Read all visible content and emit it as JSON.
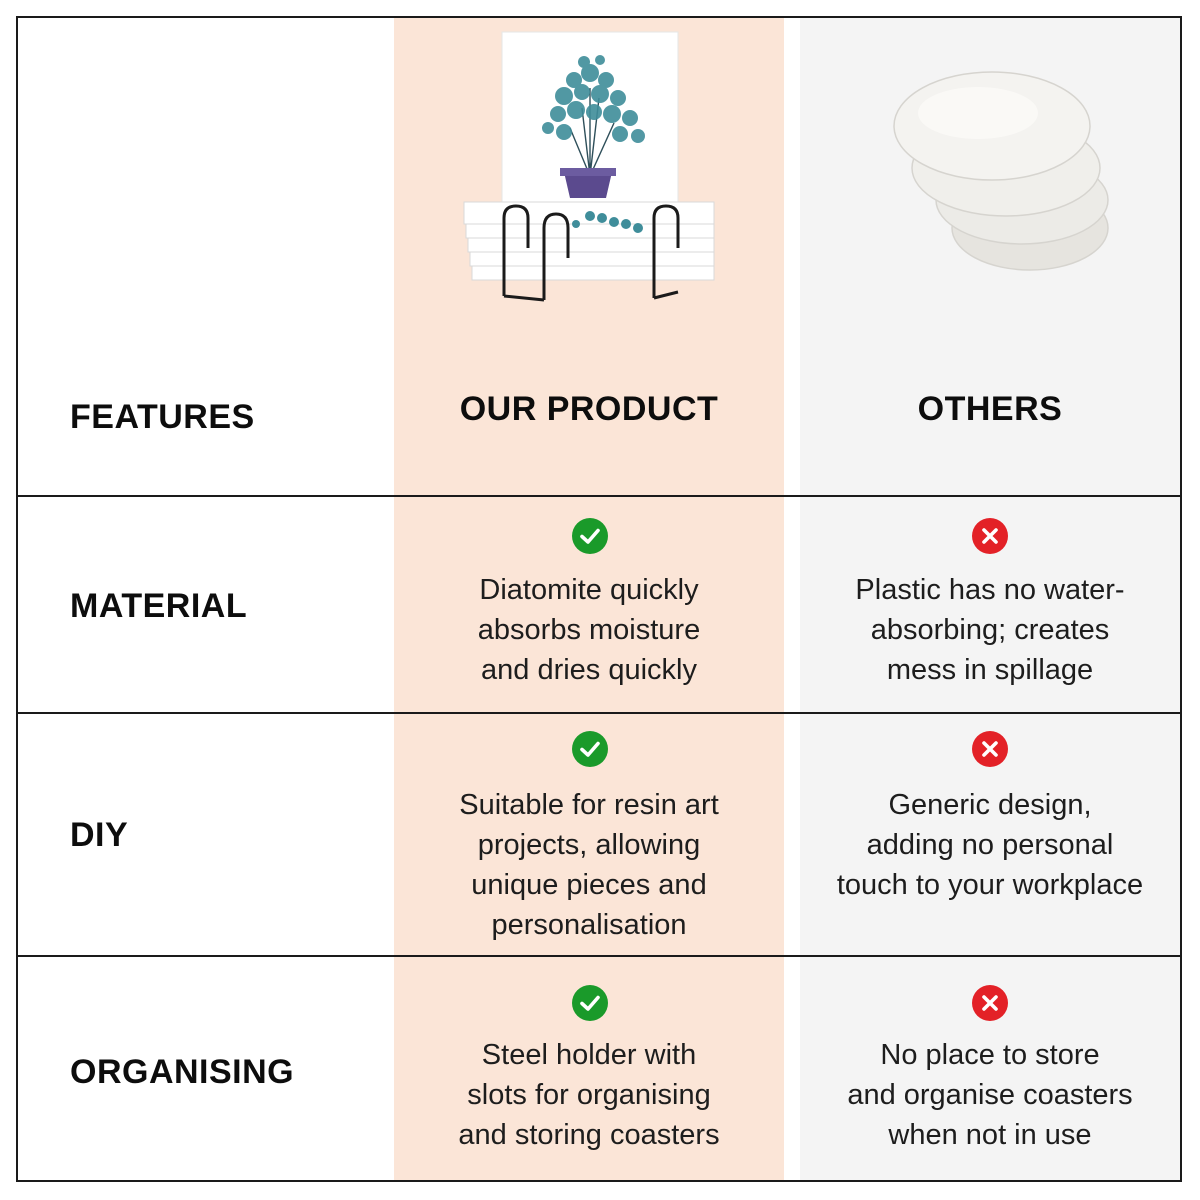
{
  "header": {
    "features_label": "FEATURES",
    "ours_label": "OUR PRODUCT",
    "others_label": "OTHERS"
  },
  "rows": [
    {
      "feature": "MATERIAL",
      "ours": {
        "status": "check-icon",
        "lines": [
          "Diatomite quickly",
          "absorbs moisture",
          "and dries quickly"
        ]
      },
      "others": {
        "status": "cross-icon",
        "lines": [
          "Plastic has no water-",
          "absorbing; creates",
          "mess in spillage"
        ]
      }
    },
    {
      "feature": "DIY",
      "ours": {
        "status": "check-icon",
        "lines": [
          "Suitable for resin art",
          "projects, allowing",
          "unique pieces and",
          "personalisation"
        ]
      },
      "others": {
        "status": "cross-icon",
        "lines": [
          "Generic design,",
          "adding no personal",
          "touch to your workplace"
        ]
      }
    },
    {
      "feature": "ORGANISING",
      "ours": {
        "status": "check-icon",
        "lines": [
          "Steel holder with",
          "slots for organising",
          "and storing coasters"
        ]
      },
      "others": {
        "status": "cross-icon",
        "lines": [
          "No place to store",
          "and organise coasters",
          "when not in use"
        ]
      }
    }
  ],
  "colors": {
    "ours_bg": "#fbe5d7",
    "others_bg": "#f4f4f4",
    "check": "#1a9a2a",
    "cross": "#e32127"
  }
}
